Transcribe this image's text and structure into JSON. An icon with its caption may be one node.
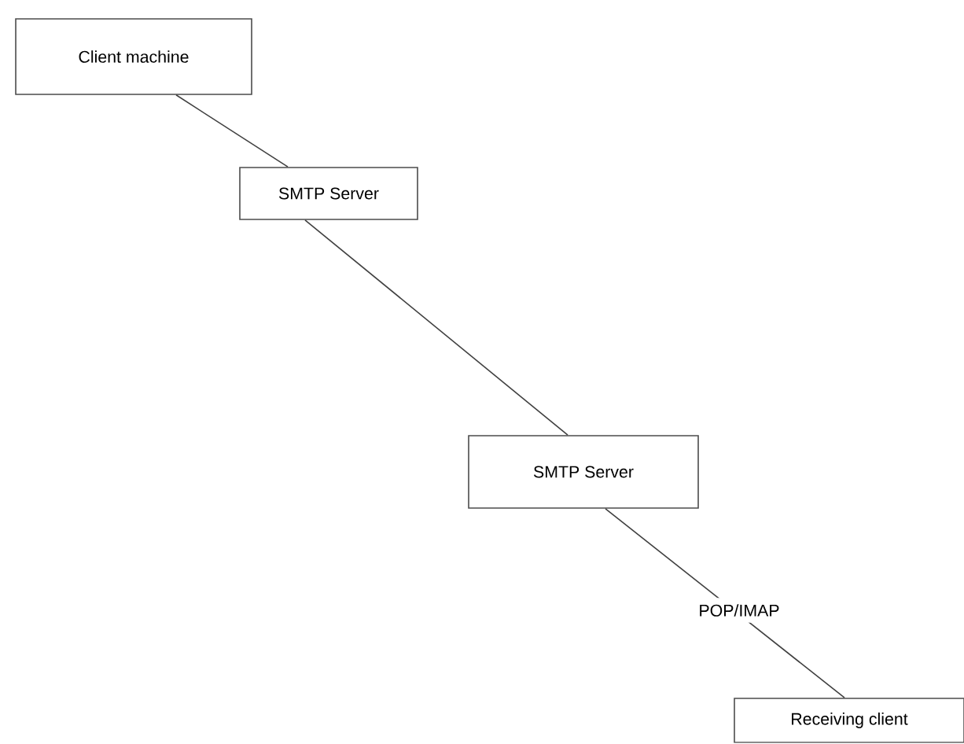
{
  "diagram": {
    "nodes": [
      {
        "text": [
          "Client machine"
        ]
      },
      {
        "text": [
          "SMTP Server"
        ]
      },
      {
        "text": [
          "SMTP Server"
        ]
      },
      {
        "text": [
          "Receiving client"
        ]
      }
    ],
    "edges": [
      {
        "from": 0,
        "to": 1,
        "arrow": "none"
      },
      {
        "from": 1,
        "to": 2,
        "arrow": "none"
      },
      {
        "from": 2,
        "to": 3,
        "arrow": "none",
        "label": "POP/IMAP"
      }
    ]
  }
}
